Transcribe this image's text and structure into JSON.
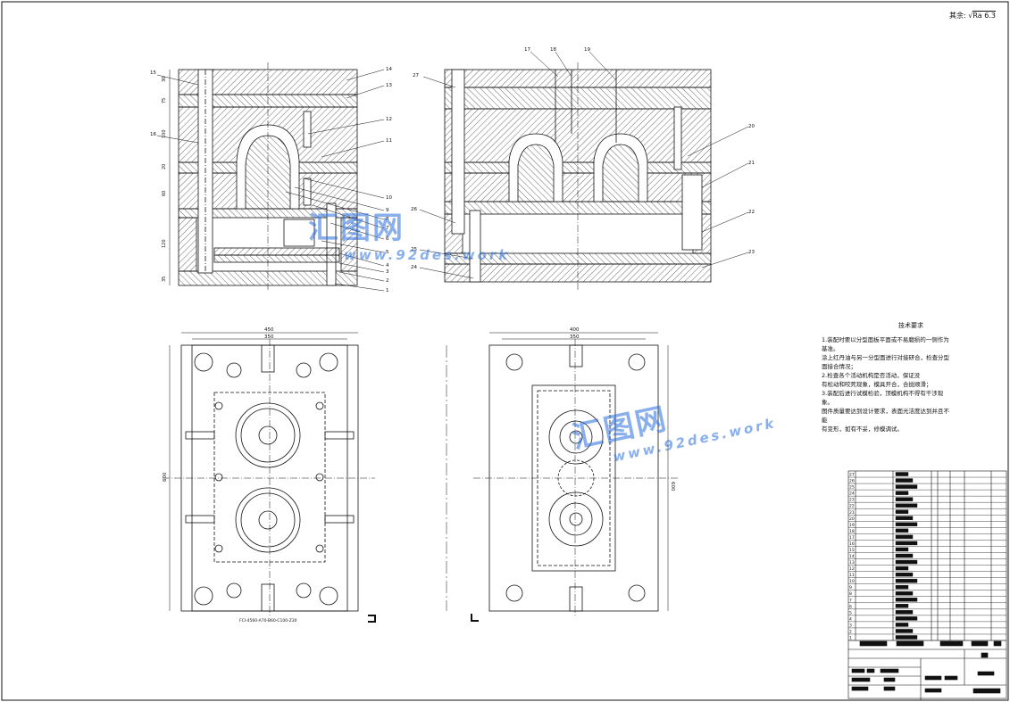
{
  "drawing": {
    "roughness_label": "其余:",
    "roughness_value": "Ra 6.3",
    "tech_title": "技术要求",
    "tech_lines": [
      "1.装配时要以分型面板平面或不易磨损的一侧作为",
      "基准。",
      "涂上红丹油与另一分型面进行对接研合，检查分型",
      "面接合情况；",
      "2.检查各个活动机构是否活动，保证没",
      "有松动和咬死现象，模具开合，合拢顺滑；",
      "3.装配后进行试模检验，顶模机构不得有干涉现",
      "象。",
      "图件质量要达到设计要求，表面光洁度达到并且不",
      "能",
      "有变形，如有不妥，修模调试。"
    ],
    "dims": {
      "top_left_width": "450",
      "top_left_inner": "350",
      "top_right_width": "400",
      "top_right_inner": "350",
      "left_height": "600",
      "right_height": "600",
      "plan_caption": "FCI-4560-A70-B60-C100-Z30"
    },
    "left_section_labels": [
      "15",
      "16",
      "14",
      "13",
      "12",
      "11",
      "10",
      "9",
      "8",
      "7",
      "6",
      "5",
      "4",
      "3",
      "2",
      "1"
    ],
    "right_section_labels": [
      "27",
      "17",
      "18",
      "19",
      "20",
      "26",
      "25",
      "24",
      "21",
      "22",
      "23"
    ],
    "left_side_dims": [
      "30",
      "75",
      "100",
      "20",
      "60",
      "120",
      "35"
    ]
  },
  "watermark": {
    "name": "汇图网",
    "url": "www.92des.work"
  },
  "bom": {
    "row_numbers": [
      "27",
      "26",
      "25",
      "24",
      "23",
      "22",
      "21",
      "20",
      "19",
      "18",
      "17",
      "16",
      "15",
      "14",
      "13",
      "12",
      "11",
      "10",
      "9",
      "8",
      "7",
      "6",
      "5",
      "4",
      "3",
      "2",
      "1"
    ]
  },
  "colors": {
    "line": "#111111",
    "hatch": "#333333",
    "watermark": "#2a6edc"
  }
}
